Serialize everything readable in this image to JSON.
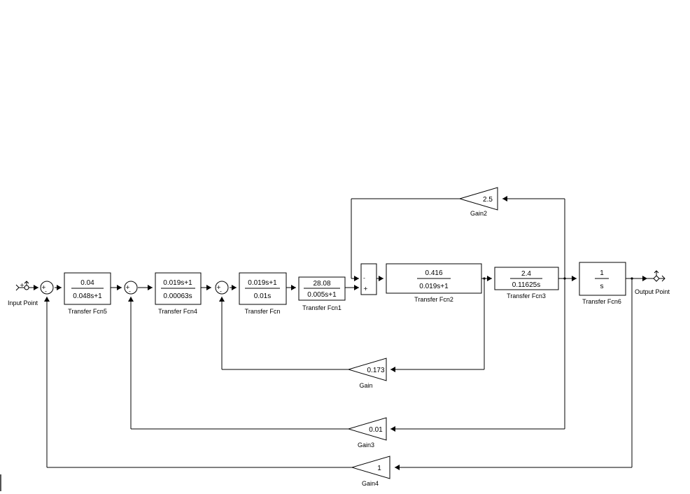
{
  "diagram": {
    "input_port_label": "Input Point",
    "output_port_label": "Output Point",
    "transfer_fcn5": {
      "num": "0.04",
      "den": "0.048s+1",
      "label": "Transfer Fcn5"
    },
    "transfer_fcn4": {
      "num": "0.019s+1",
      "den": "0.00063s",
      "label": "Transfer Fcn4"
    },
    "transfer_fcn": {
      "num": "0.019s+1",
      "den": "0.01s",
      "label": "Transfer Fcn"
    },
    "transfer_fcn1": {
      "num": "28.08",
      "den": "0.005s+1",
      "label": "Transfer Fcn1"
    },
    "transfer_fcn2": {
      "num": "0.416",
      "den": "0.019s+1",
      "label": "Transfer Fcn2"
    },
    "transfer_fcn3": {
      "num": "2.4",
      "den": "0.11625s",
      "label": "Transfer Fcn3"
    },
    "transfer_fcn6": {
      "num": "1",
      "den": "s",
      "label": "Transfer Fcn6"
    },
    "gain2": {
      "value": "2.5",
      "label": "Gain2"
    },
    "gain": {
      "value": "0.173",
      "label": "Gain"
    },
    "gain3": {
      "value": "0.01",
      "label": "Gain3"
    },
    "gain4": {
      "value": "1",
      "label": "Gain4"
    },
    "sum1": {
      "plus": "+",
      "minus": "-"
    },
    "sum2": {
      "plus": "+",
      "minus": "-"
    },
    "sum3": {
      "plus": "+",
      "minus": "-"
    },
    "sum4": {
      "minus": "-",
      "plus": "+"
    }
  }
}
